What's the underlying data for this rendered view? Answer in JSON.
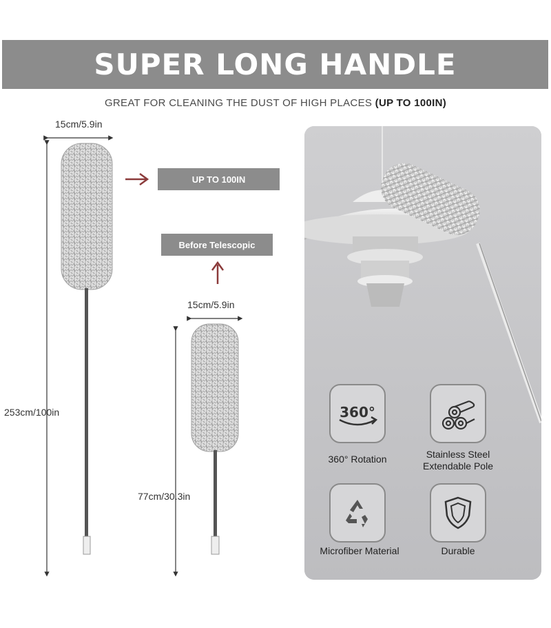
{
  "header": {
    "title": "SUPER LONG HANDLE",
    "subtitle_plain": "GREAT FOR CLEANING THE DUST OF HIGH PLACES ",
    "subtitle_bold": "(UP TO 100IN)"
  },
  "dimensions": {
    "long_head_width": "15cm/5.9in",
    "long_length": "253cm/100in",
    "short_head_width": "15cm/5.9in",
    "short_length": "77cm/30.3in"
  },
  "tags": {
    "up_to": "UP TO 100IN",
    "before": "Before Telescopic"
  },
  "features": [
    {
      "label": "360° Rotation",
      "icon": "rotation-360-icon",
      "icon_text": "360°"
    },
    {
      "label": "Stainless Steel",
      "label2": "Extendable Pole",
      "icon": "steel-rolls-icon"
    },
    {
      "label": "Microfiber Material",
      "icon": "recycle-icon"
    },
    {
      "label": "Durable",
      "icon": "shield-icon"
    }
  ],
  "colors": {
    "banner": "#8c8c8c",
    "arrow": "#8b3a3a",
    "panel": "#c9c9cb"
  }
}
